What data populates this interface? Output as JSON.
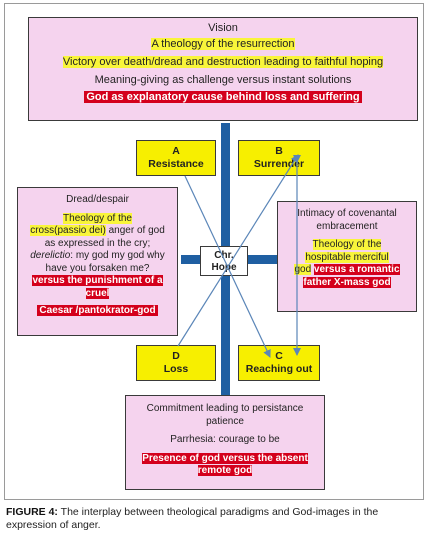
{
  "vision": {
    "heading": "Vision",
    "line1": "A theology of the resurrection",
    "line2": "Victory over death/dread and destruction leading to faithful hoping",
    "line3": "Meaning-giving as challenge versus instant solutions",
    "line4": "God as explanatory cause behind loss and suffering"
  },
  "quadrants": {
    "a": {
      "letter": "A",
      "label": "Resistance"
    },
    "b": {
      "letter": "B",
      "label": "Surrender"
    },
    "c": {
      "letter": "C",
      "label": "Reaching out"
    },
    "d": {
      "letter": "D",
      "label": "Loss"
    }
  },
  "center": {
    "line1": "Chr.",
    "line2": "Hope"
  },
  "dread": {
    "heading": "Dread/despair",
    "theology_a": "Theology of the",
    "theology_b": "cross(passio dei)",
    "anger": "anger of god as expressed in the cry;",
    "derelictio": "derelictio",
    "cry": ": my god my god why have you forsaken me?",
    "versus": "versus the punishment of a cruel",
    "caesar": "Caesar /pantokrator-god"
  },
  "intimacy": {
    "heading": "Intimacy of covenantal embracement",
    "theology_a": "Theology of the",
    "theology_b": "hospitable merciful",
    "god": "god",
    "versus": "versus a romantic father X-mass god"
  },
  "commitment": {
    "heading": "Commitment leading to persistance patience",
    "parrhesia": "Parrhesia: courage to be",
    "presence": "Presence of god versus the absent remote god"
  },
  "caption": {
    "label": "FIGURE 4:",
    "text": "The interplay between theological paradigms and God-images in the expression of anger."
  },
  "colors": {
    "pink": "#f5d3ee",
    "yellow": "#f7ef00",
    "red": "#d4001c",
    "blue": "#1f5fa2"
  }
}
